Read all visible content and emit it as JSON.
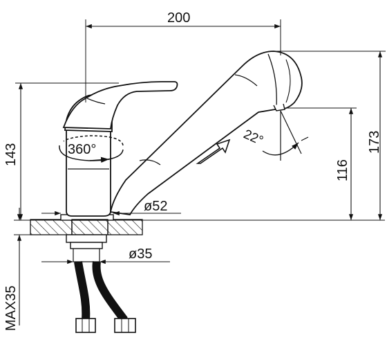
{
  "dimensions": {
    "overall_length": "200",
    "overall_height": "173",
    "body_height": "143",
    "spout_height": "116",
    "base_diameter": "ø52",
    "hole_diameter": "ø35",
    "max_thickness": "MAX35",
    "rotation": "360°",
    "spray_angle": "22°"
  },
  "colors": {
    "line": "#111111",
    "background": "#ffffff"
  }
}
